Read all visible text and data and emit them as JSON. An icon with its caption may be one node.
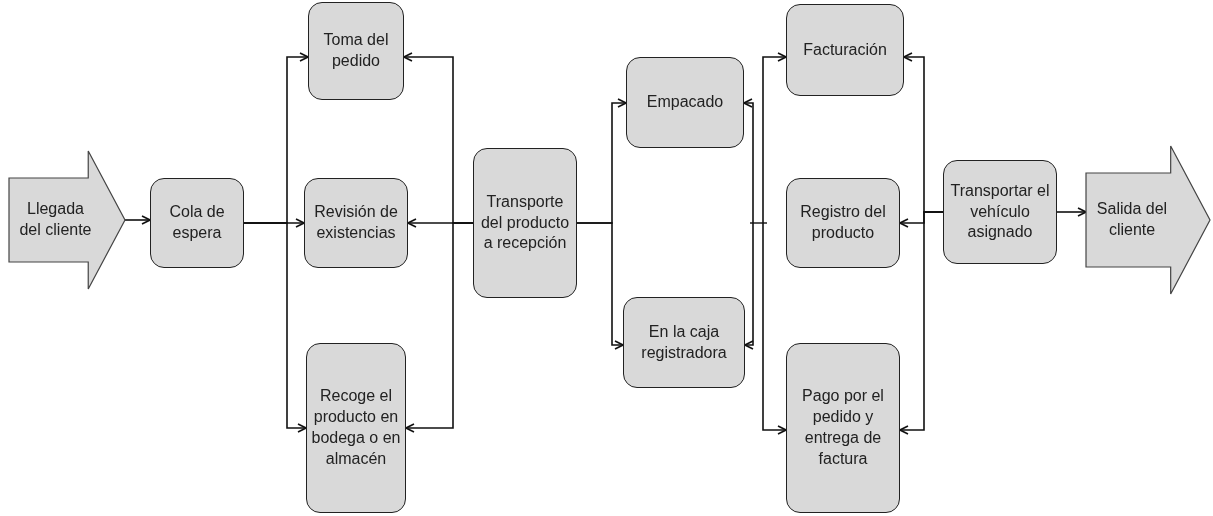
{
  "diagram": {
    "nodes": [
      {
        "text": [
          "Llegada del cliente"
        ]
      },
      {
        "text": [
          "Cola de espera"
        ]
      },
      {
        "text": [
          "Toma del pedido"
        ]
      },
      {
        "text": [
          "Revisión de existencias"
        ]
      },
      {
        "text": [
          "Recoge el producto en bodega o en almacén"
        ]
      },
      {
        "text": [
          "Transporte del producto a recepción"
        ]
      },
      {
        "text": [
          "Empacado"
        ]
      },
      {
        "text": [
          "En la caja registradora"
        ]
      },
      {
        "text": [
          "Facturación"
        ]
      },
      {
        "text": [
          "Registro del producto"
        ]
      },
      {
        "text": [
          "Pago por el pedido y entrega de factura"
        ]
      },
      {
        "text": [
          "Transportar el vehículo asignado"
        ]
      },
      {
        "text": [
          "Salida del cliente"
        ]
      }
    ],
    "edges": [
      {
        "from": 0,
        "to": 1,
        "arrow": "to"
      },
      {
        "from": 1,
        "to": 2,
        "arrow": "to"
      },
      {
        "from": 1,
        "to": 3,
        "arrow": "to"
      },
      {
        "from": 1,
        "to": 4,
        "arrow": "to"
      },
      {
        "from": 5,
        "to": 2,
        "arrow": "to"
      },
      {
        "from": 5,
        "to": 3,
        "arrow": "to"
      },
      {
        "from": 5,
        "to": 4,
        "arrow": "to"
      },
      {
        "from": 5,
        "to": 6,
        "arrow": "to"
      },
      {
        "from": 5,
        "to": 7,
        "arrow": "to"
      },
      {
        "from": null,
        "to": 6,
        "arrow": "to"
      },
      {
        "from": null,
        "to": 7,
        "arrow": "to"
      },
      {
        "from": null,
        "to": 8,
        "arrow": "to"
      },
      {
        "from": null,
        "to": 10,
        "arrow": "to"
      },
      {
        "from": 11,
        "to": 8,
        "arrow": "to"
      },
      {
        "from": 11,
        "to": 9,
        "arrow": "to"
      },
      {
        "from": 11,
        "to": 10,
        "arrow": "to"
      },
      {
        "from": 11,
        "to": 12,
        "arrow": "to"
      }
    ]
  }
}
